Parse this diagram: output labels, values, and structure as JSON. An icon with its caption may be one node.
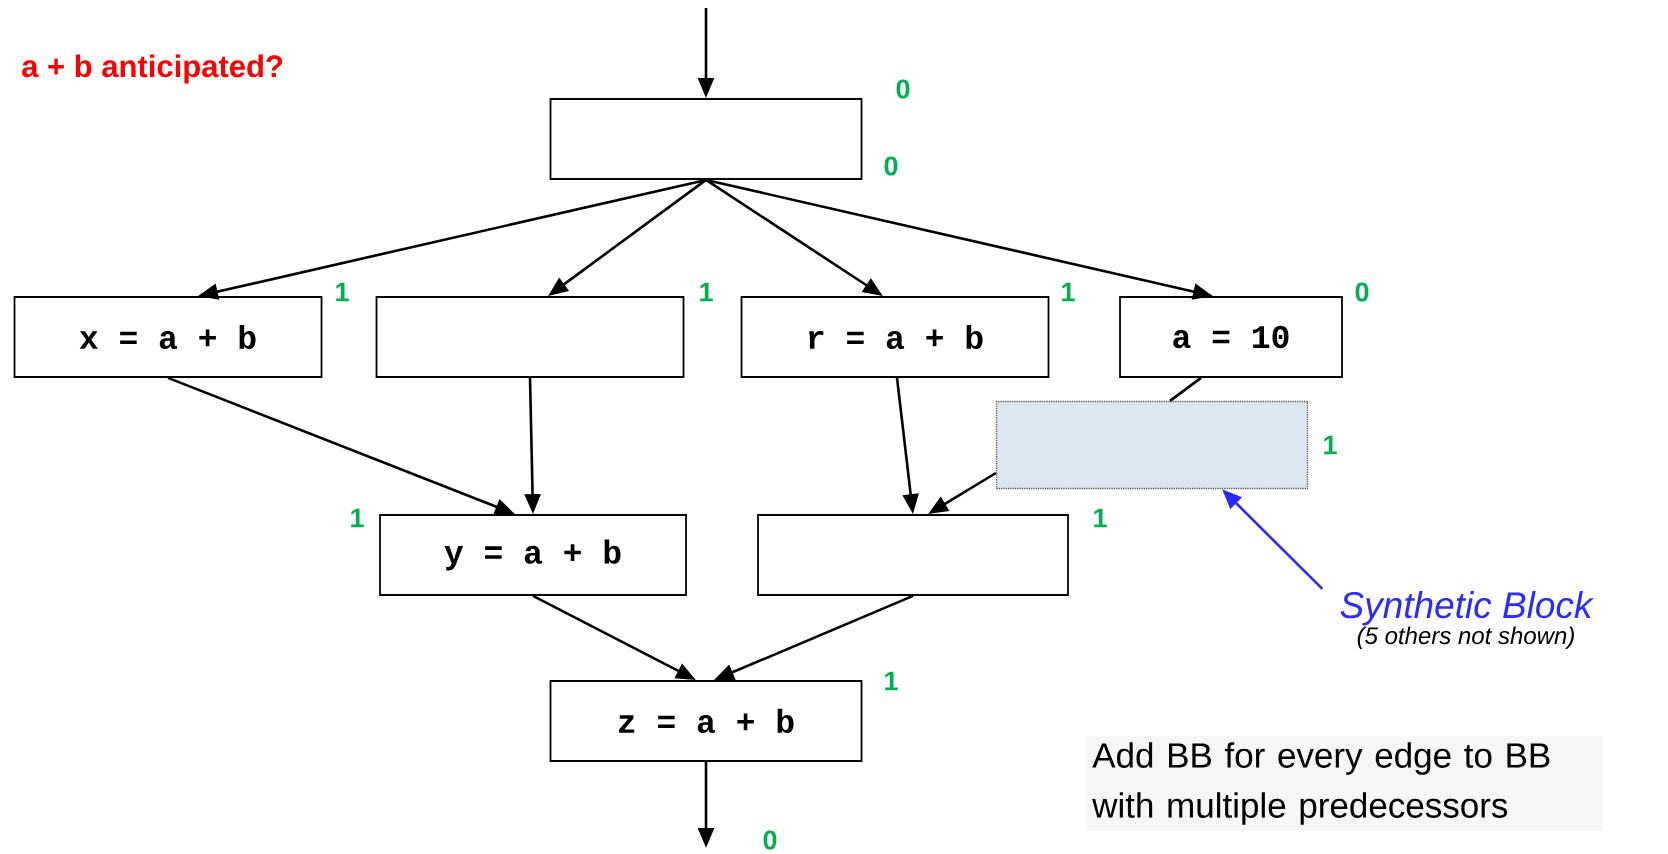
{
  "diagram": {
    "title": "a + b anticipated?",
    "nodes": [
      {
        "text": [],
        "shape": "box",
        "beside": [
          "0",
          "0"
        ]
      },
      {
        "text": [
          "x = a + b"
        ],
        "beside": [
          "1"
        ]
      },
      {
        "text": [],
        "shape": "box",
        "beside": [
          "1"
        ]
      },
      {
        "text": [
          "r = a + b"
        ],
        "beside": [
          "1"
        ]
      },
      {
        "text": [
          "a = 10"
        ],
        "beside": [
          "0"
        ]
      },
      {
        "text": [],
        "shape": "box",
        "beside": [
          "1"
        ]
      },
      {
        "text": [
          "y = a + b"
        ],
        "beside": [
          "1"
        ]
      },
      {
        "text": [],
        "shape": "box",
        "beside": [
          "1"
        ]
      },
      {
        "text": [
          "z = a + b"
        ],
        "beside": [
          "1",
          "0"
        ]
      },
      {
        "text": [
          "Synthetic Block",
          "(5 others not shown)"
        ]
      }
    ],
    "edges": [
      {
        "from": null,
        "to": 0,
        "arrow": "to"
      },
      {
        "from": 0,
        "to": 1,
        "arrow": "to"
      },
      {
        "from": 0,
        "to": 2,
        "arrow": "to"
      },
      {
        "from": 0,
        "to": 3,
        "arrow": "to"
      },
      {
        "from": 0,
        "to": 4,
        "arrow": "to"
      },
      {
        "from": 1,
        "to": 6,
        "arrow": "to"
      },
      {
        "from": 2,
        "to": 6,
        "arrow": "to"
      },
      {
        "from": 3,
        "to": 7,
        "arrow": "to"
      },
      {
        "from": 4,
        "to": 5,
        "arrow": "none"
      },
      {
        "from": 5,
        "to": 7,
        "arrow": "to"
      },
      {
        "from": 6,
        "to": 8,
        "arrow": "to"
      },
      {
        "from": 7,
        "to": 8,
        "arrow": "to"
      },
      {
        "from": 8,
        "to": null,
        "arrow": "to"
      },
      {
        "from": 9,
        "to": 5,
        "arrow": "to",
        "color": "#2b2bff"
      }
    ],
    "labels": [
      "Add BB for every edge to BB with multiple predecessors"
    ]
  }
}
